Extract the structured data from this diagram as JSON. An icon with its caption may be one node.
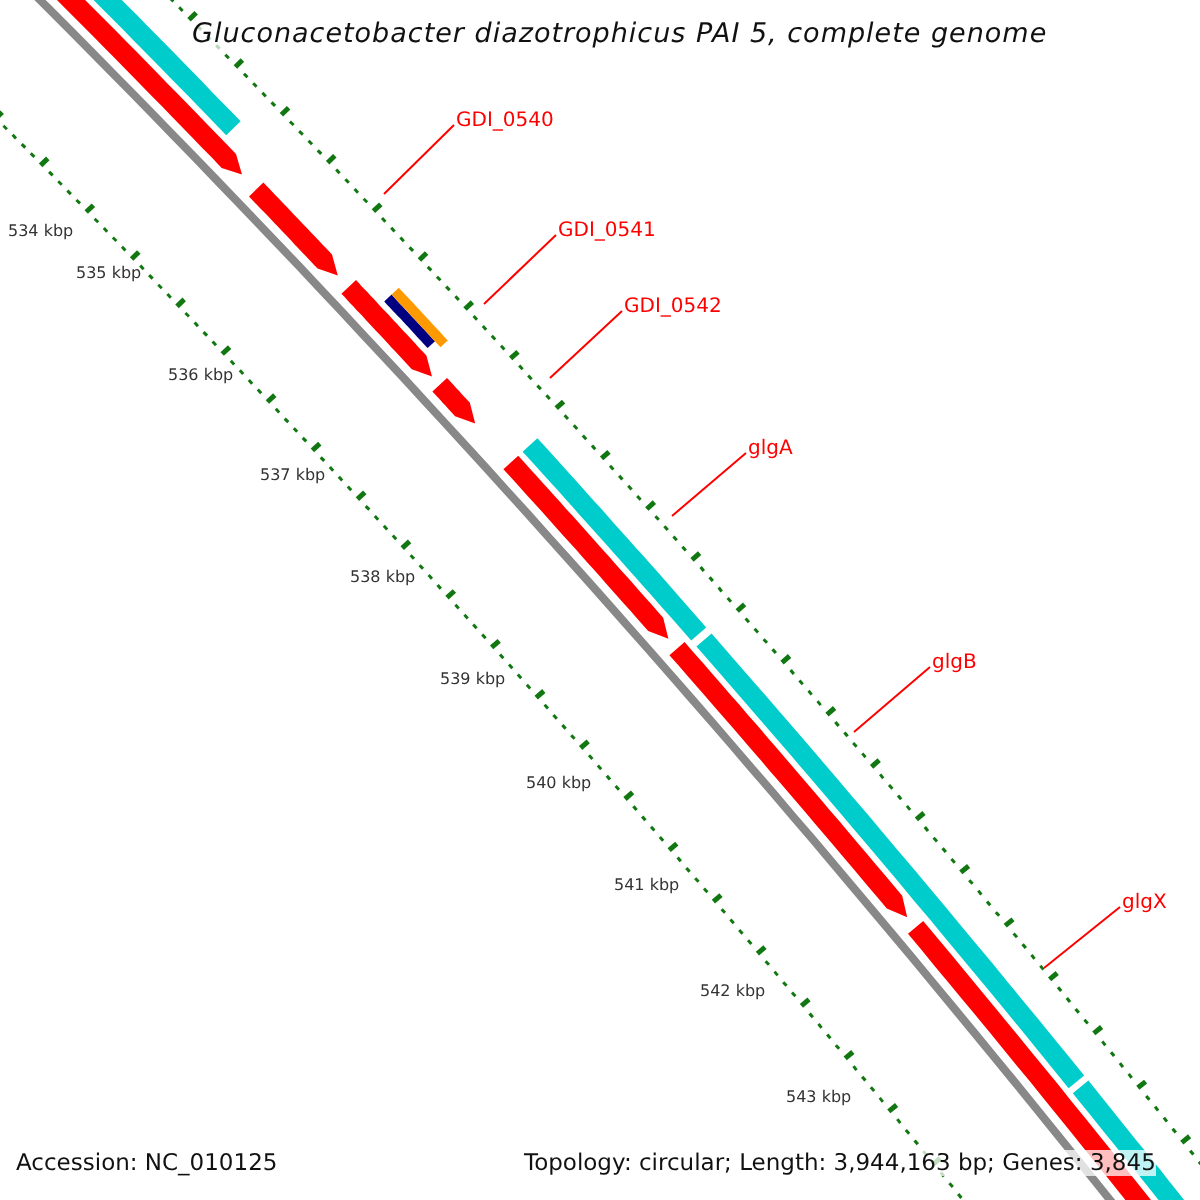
{
  "diagram": {
    "title": "Gluconacetobacter diazotrophicus PAI 5, complete genome",
    "nodes": [
      {
        "text": [
          "GDI_0540"
        ]
      },
      {
        "text": [
          "GDI_0541"
        ]
      },
      {
        "text": [
          "GDI_0542"
        ]
      },
      {
        "text": [
          "glgA"
        ]
      },
      {
        "text": [
          "glgB"
        ]
      },
      {
        "text": [
          "glgX"
        ]
      }
    ],
    "edges": [
      {
        "from": 0,
        "to": null,
        "arrow": "none"
      },
      {
        "from": 1,
        "to": null,
        "arrow": "none"
      },
      {
        "from": 2,
        "to": null,
        "arrow": "none"
      },
      {
        "from": 3,
        "to": null,
        "arrow": "none"
      },
      {
        "from": 4,
        "to": null,
        "arrow": "none"
      },
      {
        "from": 5,
        "to": null,
        "arrow": "none"
      }
    ],
    "labels": [
      "534 kbp",
      "535 kbp",
      "536 kbp",
      "537 kbp",
      "538 kbp",
      "539 kbp",
      "540 kbp",
      "541 kbp",
      "542 kbp",
      "543 kbp",
      "Accession: NC_010125",
      "Topology: circular; Length: 3,944,163 bp; Genes: 3,845"
    ]
  }
}
